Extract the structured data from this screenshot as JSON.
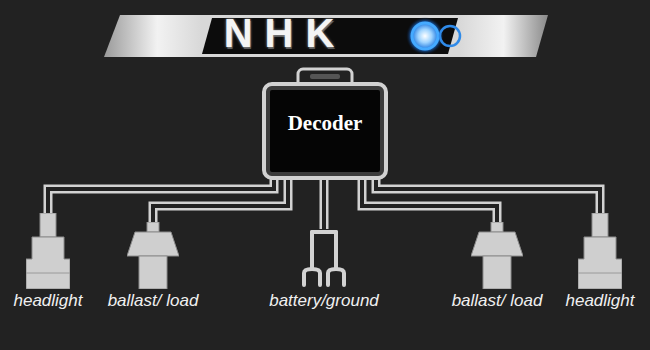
{
  "diagram": {
    "title": "NHK",
    "nodes": [
      {
        "text": [
          "Decoder"
        ]
      },
      {
        "text": [
          "headlight"
        ]
      },
      {
        "text": [
          "ballast/ load"
        ]
      },
      {
        "text": [
          "battery/ground"
        ]
      },
      {
        "text": [
          "ballast/ load"
        ]
      },
      {
        "text": [
          "headlight"
        ]
      }
    ],
    "edges": [
      {
        "from": 0,
        "to": 1,
        "arrow": "none"
      },
      {
        "from": 0,
        "to": 2,
        "arrow": "none"
      },
      {
        "from": 0,
        "to": 3,
        "arrow": "none"
      },
      {
        "from": 0,
        "to": 4,
        "arrow": "none"
      },
      {
        "from": 0,
        "to": 5,
        "arrow": "none"
      }
    ]
  }
}
